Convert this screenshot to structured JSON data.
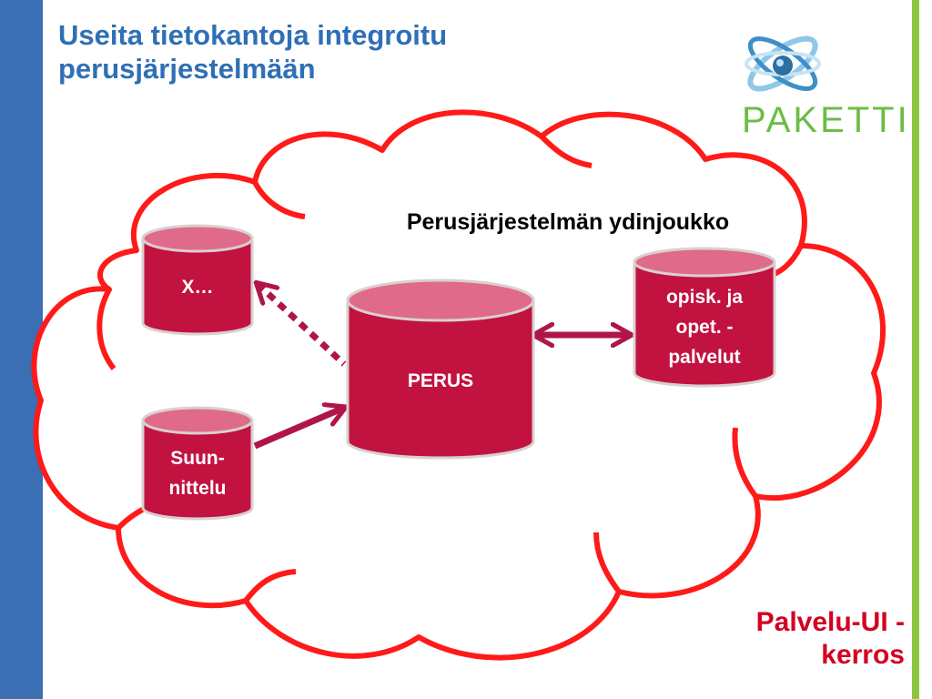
{
  "slide": {
    "title_line1": "Useita tietokantoja integroitu",
    "title_line2": "perusjärjestelmään",
    "core_label": "Perusjärjestelmän ydinjoukko",
    "layer_line1": "Palvelu-UI -",
    "layer_line2": "kerros",
    "logo_text": "PAKETTI"
  },
  "databases": {
    "x": "X…",
    "perus": "PERUS",
    "services_line1": "opisk. ja",
    "services_line2": "opet. -",
    "services_line3": "palvelut",
    "planning_line1": "Suun-",
    "planning_line2": "nittelu"
  },
  "colors": {
    "title_blue": "#2f6fb5",
    "left_bar": "#3a6fb3",
    "right_bar": "#8cc63e",
    "cloud_red": "#ff1a1a",
    "db_body": "#c2123f",
    "db_top": "#e06a8a",
    "arrow": "#b0154a",
    "layer_text": "#d4001f",
    "logo_green": "#6bbd45"
  }
}
